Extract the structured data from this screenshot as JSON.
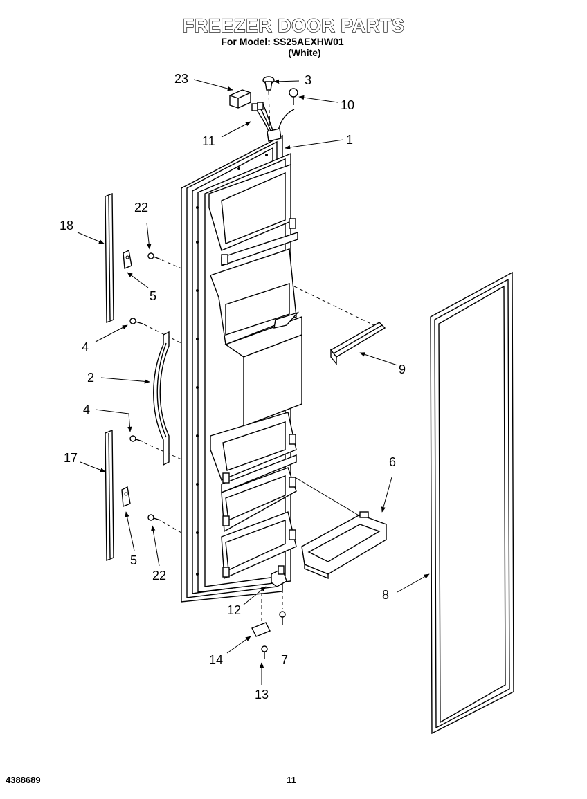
{
  "header": {
    "title": "FREEZER DOOR PARTS",
    "subtitle": "For Model: SS25AEXHW01",
    "color_note": "(White)"
  },
  "callouts": {
    "c1": "1",
    "c2": "2",
    "c3": "3",
    "c4a": "4",
    "c4b": "4",
    "c5a": "5",
    "c5b": "5",
    "c6": "6",
    "c7": "7",
    "c8": "8",
    "c9": "9",
    "c10": "10",
    "c11": "11",
    "c12": "12",
    "c13": "13",
    "c14": "14",
    "c17": "17",
    "c18": "18",
    "c22a": "22",
    "c22b": "22",
    "c23": "23"
  },
  "footer": {
    "doc_number": "4388689",
    "page_number": "11"
  }
}
